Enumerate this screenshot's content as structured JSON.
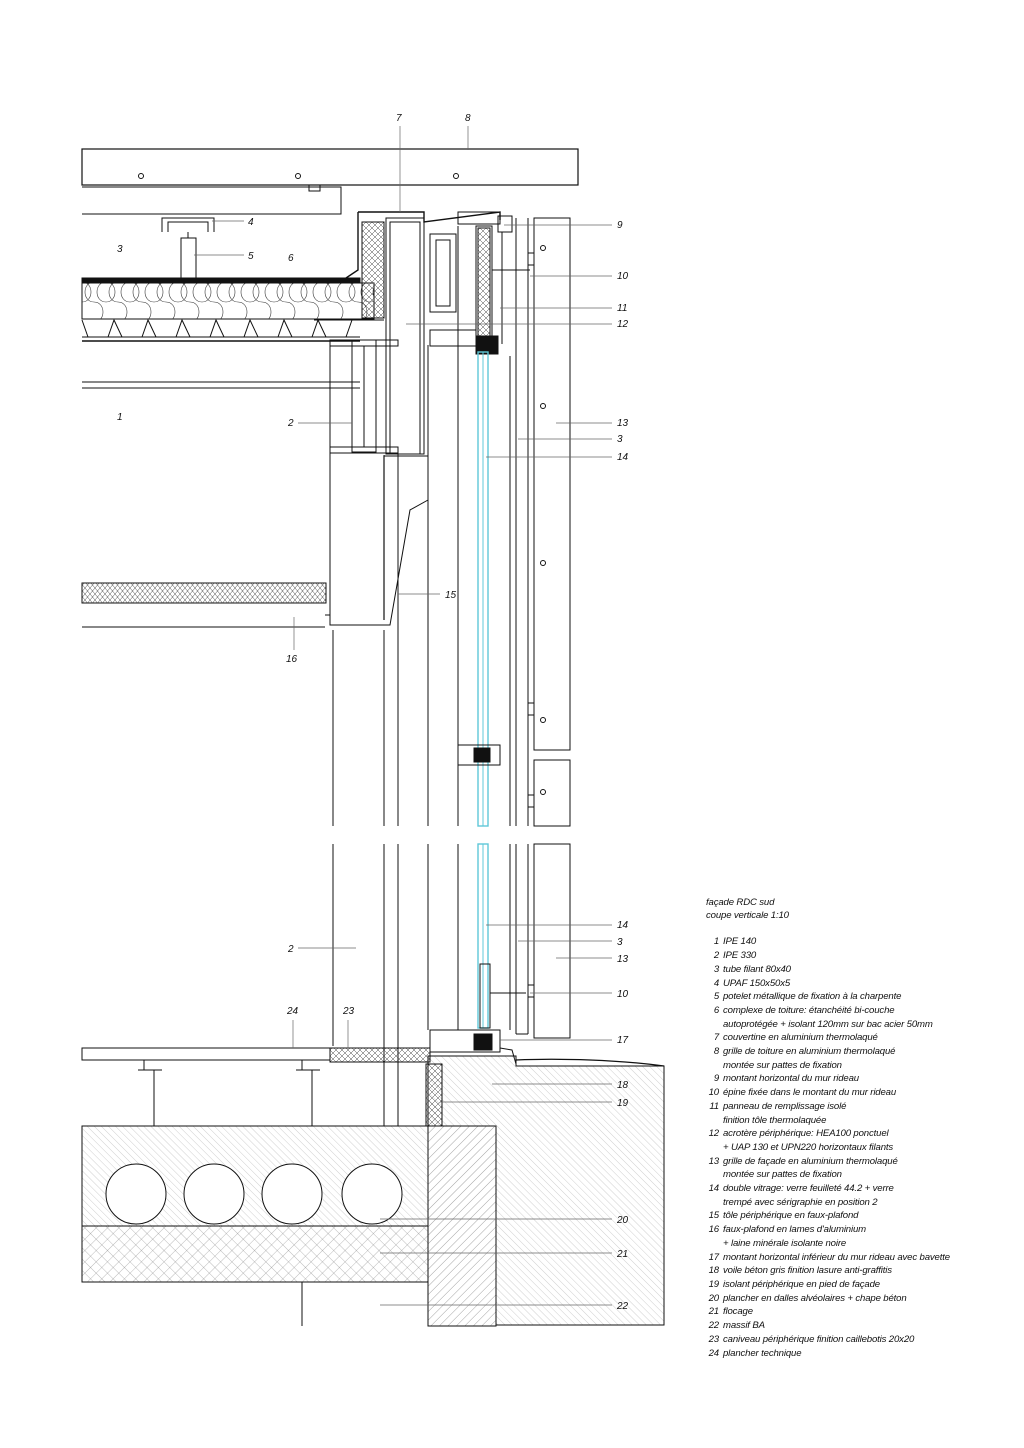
{
  "title_lines": [
    "façade RDC sud",
    "coupe verticale  1:10"
  ],
  "legend": [
    {
      "num": "1",
      "lines": [
        "IPE 140"
      ]
    },
    {
      "num": "2",
      "lines": [
        "IPE 330"
      ]
    },
    {
      "num": "3",
      "lines": [
        "tube filant 80x40"
      ]
    },
    {
      "num": "4",
      "lines": [
        "UPAF 150x50x5"
      ]
    },
    {
      "num": "5",
      "lines": [
        "potelet métallique de fixation à la charpente"
      ]
    },
    {
      "num": "6",
      "lines": [
        "complexe de toiture: étanchéité bi-couche",
        "autoprotégée + isolant 120mm sur bac acier 50mm"
      ]
    },
    {
      "num": "7",
      "lines": [
        "couvertine en aluminium thermolaqué"
      ]
    },
    {
      "num": "8",
      "lines": [
        "grille de toiture en aluminium thermolaqué",
        "montée sur pattes de fixation"
      ]
    },
    {
      "num": "9",
      "lines": [
        "montant horizontal du mur rideau"
      ]
    },
    {
      "num": "10",
      "lines": [
        "épine fixée dans le montant du mur rideau"
      ]
    },
    {
      "num": "11",
      "lines": [
        "panneau de remplissage isolé",
        "finition tôle thermolaquée"
      ]
    },
    {
      "num": "12",
      "lines": [
        "acrotère périphérique: HEA100 ponctuel",
        "+ UAP 130 et UPN220 horizontaux filants"
      ]
    },
    {
      "num": "13",
      "lines": [
        "grille de façade en aluminium thermolaqué",
        "montée sur pattes de fixation"
      ]
    },
    {
      "num": "14",
      "lines": [
        "double vitrage: verre feuilleté 44.2 + verre",
        "trempé avec sérigraphie en position 2"
      ]
    },
    {
      "num": "15",
      "lines": [
        "tôle périphérique en faux-plafond"
      ]
    },
    {
      "num": "16",
      "lines": [
        "faux-plafond en lames d'aluminium",
        "+ laine minérale isolante noire"
      ]
    },
    {
      "num": "17",
      "lines": [
        "montant horizontal inférieur du mur rideau avec bavette"
      ]
    },
    {
      "num": "18",
      "lines": [
        "voile béton gris finition lasure anti-graffitis"
      ]
    },
    {
      "num": "19",
      "lines": [
        "isolant périphérique en pied de façade"
      ]
    },
    {
      "num": "20",
      "lines": [
        "plancher en dalles alvéolaires + chape béton"
      ]
    },
    {
      "num": "21",
      "lines": [
        "flocage"
      ]
    },
    {
      "num": "22",
      "lines": [
        "massif BA"
      ]
    },
    {
      "num": "23",
      "lines": [
        "caniveau périphérique finition caillebotis 20x20"
      ]
    },
    {
      "num": "24",
      "lines": [
        "plancher technique"
      ]
    }
  ],
  "callouts": {
    "c1": "1",
    "c2a": "2",
    "c2b": "2",
    "c3a": "3",
    "c3b": "3",
    "c3c": "3",
    "c4": "4",
    "c5": "5",
    "c6": "6",
    "c7": "7",
    "c8": "8",
    "c9": "9",
    "c10a": "10",
    "c10b": "10",
    "c11": "11",
    "c12": "12",
    "c13a": "13",
    "c13b": "13",
    "c14a": "14",
    "c14b": "14",
    "c15": "15",
    "c16": "16",
    "c17": "17",
    "c18": "18",
    "c19": "19",
    "c20": "20",
    "c21": "21",
    "c22": "22",
    "c23": "23",
    "c24": "24"
  },
  "colors": {
    "line": "#111111",
    "glass": "#5fc8d8",
    "hatch": "#555555"
  }
}
